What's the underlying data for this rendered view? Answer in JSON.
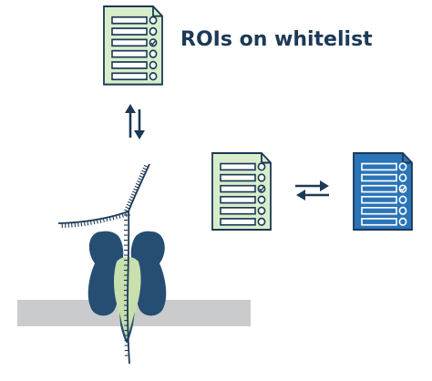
{
  "title": "ROIs on whitelist",
  "icons": {
    "doc_top": "whitelist-document-icon",
    "doc_middle": "roi-list-document-icon",
    "doc_right": "selected-roi-list-document-icon",
    "arrows_vertical": "bidirectional-vertical-arrows-icon",
    "arrows_horizontal": "bidirectional-horizontal-arrows-icon",
    "pore": "nanopore-protein-icon",
    "strand": "dna-strand-icon",
    "membrane": "membrane-icon"
  },
  "colors": {
    "navy": "#1c3956",
    "doc_green": "#d8eecb",
    "doc_blue": "#2a74b8",
    "pore_blue": "#264e73",
    "pore_light": "#c8dfae",
    "membrane_gray": "#c9cbcc"
  },
  "documents": [
    {
      "name": "top",
      "checked_row": 2
    },
    {
      "name": "middle",
      "checked_row": 2
    },
    {
      "name": "right",
      "checked_row": 2
    }
  ]
}
